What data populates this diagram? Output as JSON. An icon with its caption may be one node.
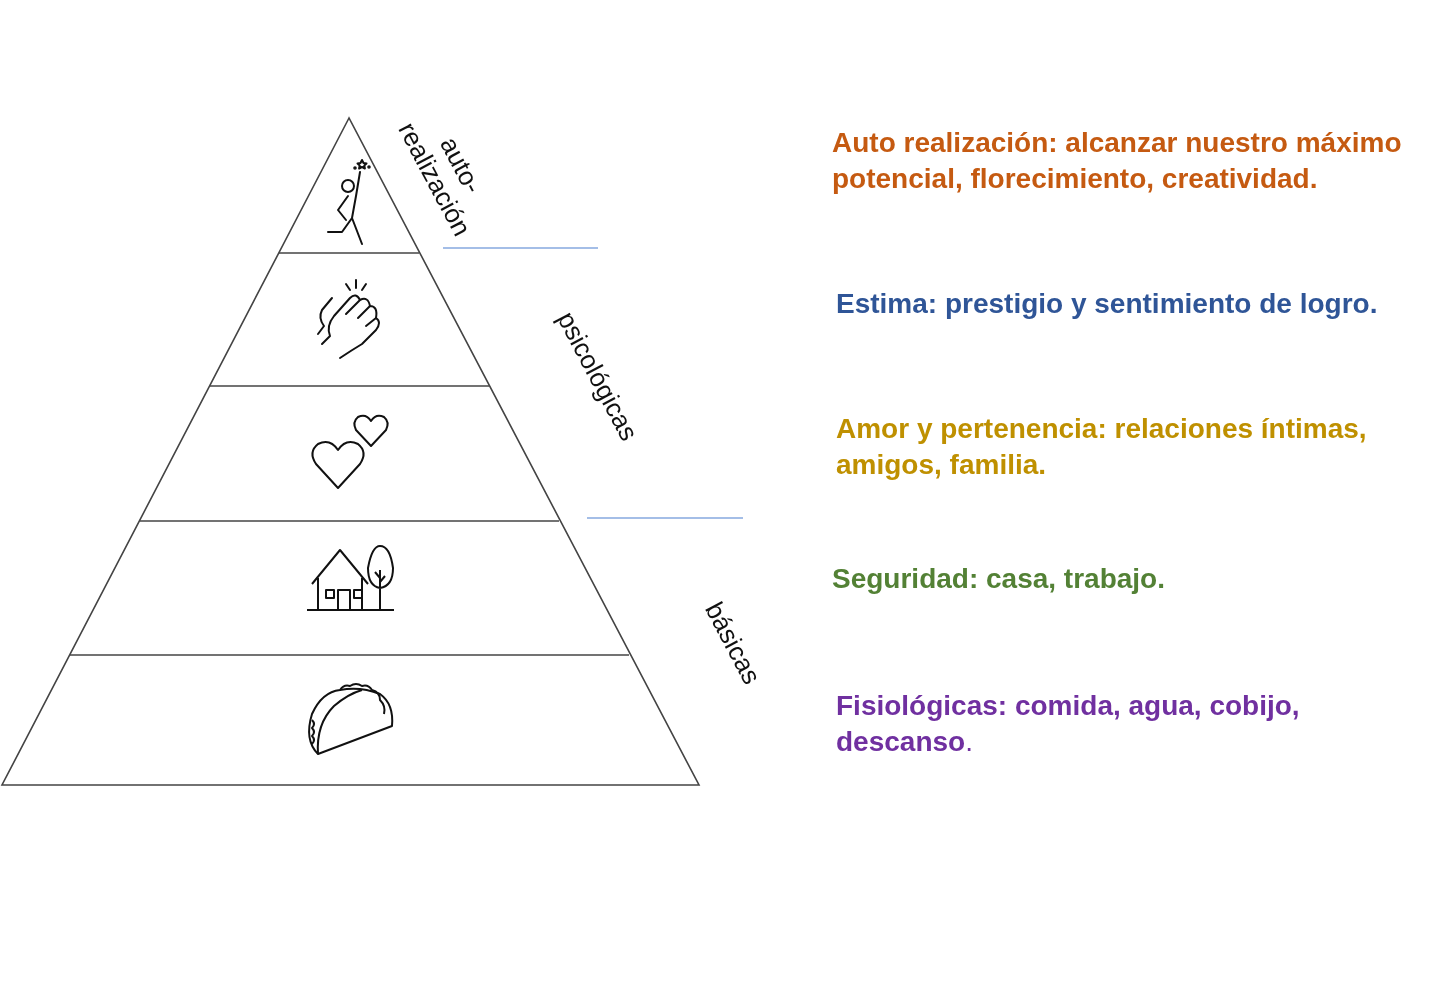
{
  "diagram": {
    "labels": [
      "auto- realización",
      "psicológicas",
      "básicas",
      "Auto realización: alcanzar nuestro máximo potencial, florecimiento, creatividad.",
      "Estima: prestigio y sentimiento de logro.",
      "Amor y pertenencia: relaciones íntimas, amigos, familia.",
      "Seguridad: casa, trabajo.",
      "**Fisiológicas: comida, agua, cobijo, descanso**."
    ]
  }
}
